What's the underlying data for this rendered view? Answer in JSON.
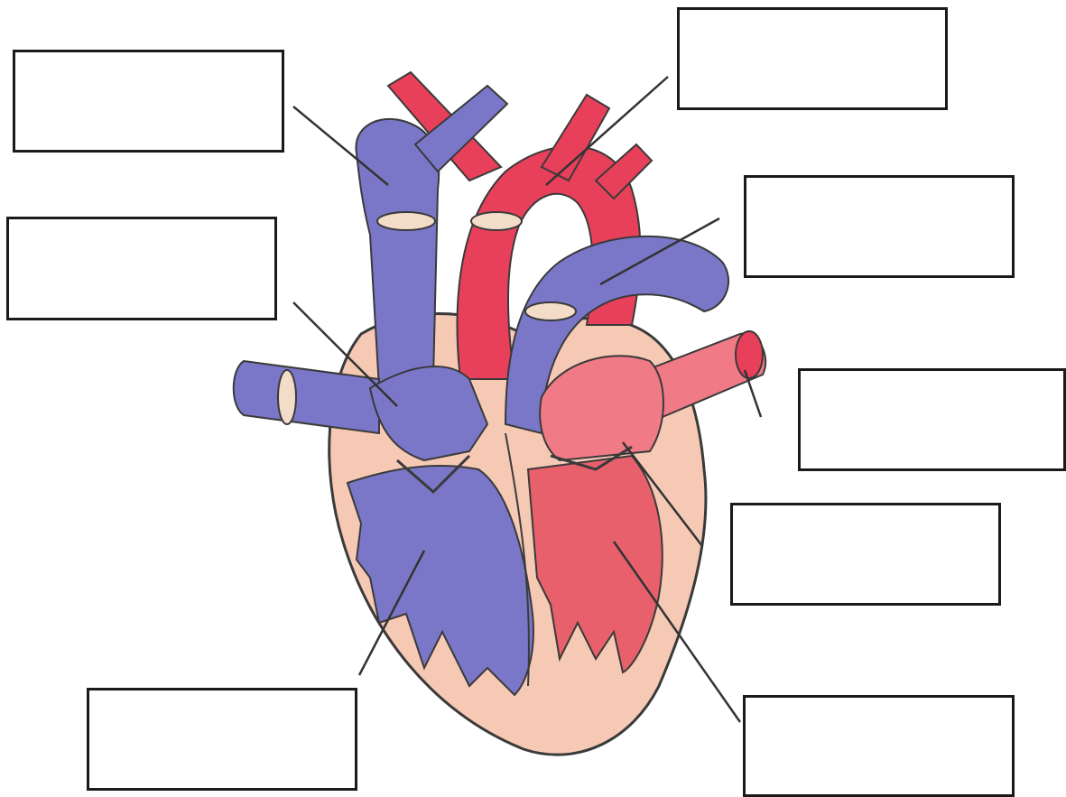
{
  "diagram": {
    "colors": {
      "deoxygenated": "#7a77c9",
      "deoxygenated_dark": "#5a56a8",
      "oxygenated": "#e8405a",
      "oxygenated_light": "#f07a86",
      "myocardium": "#f6c9b5",
      "outline": "#3a3a3a",
      "valve": "#f3dcc8",
      "leader_line": "#333333"
    },
    "labels": [
      {
        "id": "superior-vena-cava",
        "text": ""
      },
      {
        "id": "aorta",
        "text": ""
      },
      {
        "id": "right-atrium",
        "text": ""
      },
      {
        "id": "pulmonary-artery",
        "text": ""
      },
      {
        "id": "pulmonary-vein",
        "text": ""
      },
      {
        "id": "left-atrium",
        "text": ""
      },
      {
        "id": "right-ventricle",
        "text": ""
      },
      {
        "id": "left-ventricle",
        "text": ""
      }
    ]
  }
}
